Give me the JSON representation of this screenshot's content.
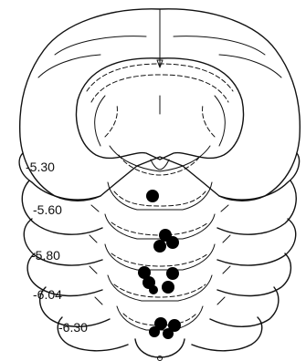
{
  "levels": [
    {
      "label": "-5.30",
      "sites": 1
    },
    {
      "label": "-5.60",
      "sites": 3
    },
    {
      "label": "-5.80",
      "sites": 5
    },
    {
      "label": "-6.04",
      "sites": 0
    },
    {
      "label": "-6.30",
      "sites": 4
    }
  ],
  "colors": {
    "line": "#111111",
    "dot": "#000000",
    "background": "#ffffff"
  }
}
